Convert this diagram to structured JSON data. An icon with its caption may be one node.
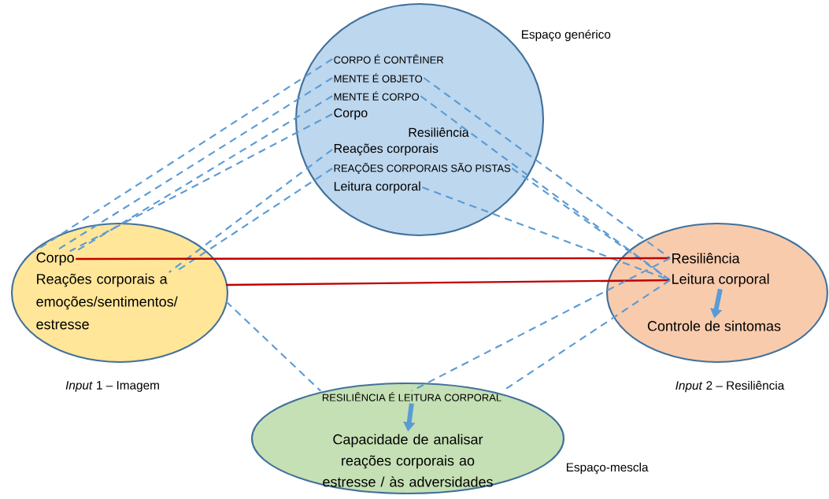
{
  "diagram": {
    "nodes": [
      {
        "text": [],
        "shape": "ellipse",
        "beside": [
          "Espaço genérico"
        ]
      },
      {
        "text": [
          "CORPO É CONTÊINER"
        ],
        "in": 0
      },
      {
        "text": [
          "MENTE É OBJETO"
        ],
        "in": 0
      },
      {
        "text": [
          "MENTE É CORPO"
        ],
        "in": 0
      },
      {
        "text": [
          "Corpo"
        ],
        "in": 0
      },
      {
        "text": [
          "Resiliência"
        ],
        "in": 0
      },
      {
        "text": [
          "Reações corporais"
        ],
        "in": 0
      },
      {
        "text": [
          "REAÇÕES CORPORAIS SÃO PISTAS"
        ],
        "in": 0
      },
      {
        "text": [
          "Leitura corporal"
        ],
        "in": 0
      },
      {
        "text": [],
        "shape": "ellipse",
        "beside": [
          "*Input* 1 – Imagem"
        ]
      },
      {
        "text": [
          "Corpo"
        ],
        "in": 9
      },
      {
        "text": [
          "Reações corporais a emoções/sentimentos/ estresse"
        ],
        "in": 9
      },
      {
        "text": [],
        "shape": "ellipse",
        "beside": [
          "*Input* 2 – Resiliência"
        ]
      },
      {
        "text": [
          "Resiliência"
        ],
        "in": 12
      },
      {
        "text": [
          "Leitura corporal"
        ],
        "in": 12
      },
      {
        "text": [
          "Controle de sintomas"
        ],
        "in": 12
      },
      {
        "text": [],
        "shape": "ellipse",
        "beside": [
          "Espaço-mescla"
        ]
      },
      {
        "text": [
          "RESILIÊNCIA É LEITURA CORPORAL"
        ],
        "in": 16
      },
      {
        "text": [
          "Capacidade de analisar reações corporais ao estresse / às adversidades"
        ],
        "in": 16
      }
    ],
    "edges": [
      {
        "from": 1,
        "to": 10,
        "arrow": "none",
        "style": "dashed"
      },
      {
        "from": 2,
        "to": 10,
        "arrow": "none",
        "style": "dashed"
      },
      {
        "from": 3,
        "to": 10,
        "arrow": "none",
        "style": "dashed"
      },
      {
        "from": 4,
        "to": 10,
        "arrow": "none",
        "style": "dashed"
      },
      {
        "from": 6,
        "to": 11,
        "arrow": "none",
        "style": "dashed"
      },
      {
        "from": 7,
        "to": 11,
        "arrow": "none",
        "style": "dashed"
      },
      {
        "from": 2,
        "to": 13,
        "arrow": "none",
        "style": "dashed"
      },
      {
        "from": 3,
        "to": 14,
        "arrow": "none",
        "style": "dashed"
      },
      {
        "from": 7,
        "to": 14,
        "arrow": "none",
        "style": "dashed"
      },
      {
        "from": 8,
        "to": 14,
        "arrow": "none",
        "style": "dashed"
      },
      {
        "from": 10,
        "to": 13,
        "arrow": "none",
        "color": "#c00000"
      },
      {
        "from": 11,
        "to": 14,
        "arrow": "none",
        "color": "#c00000"
      },
      {
        "from": 11,
        "to": 17,
        "arrow": "none",
        "style": "dashed"
      },
      {
        "from": 13,
        "to": 17,
        "arrow": "none",
        "style": "dashed"
      },
      {
        "from": 14,
        "to": 17,
        "arrow": "none",
        "style": "dashed"
      },
      {
        "from": 14,
        "to": 15,
        "arrow": "to",
        "style": "thick"
      },
      {
        "from": 17,
        "to": 18,
        "arrow": "to",
        "style": "thick"
      }
    ]
  }
}
